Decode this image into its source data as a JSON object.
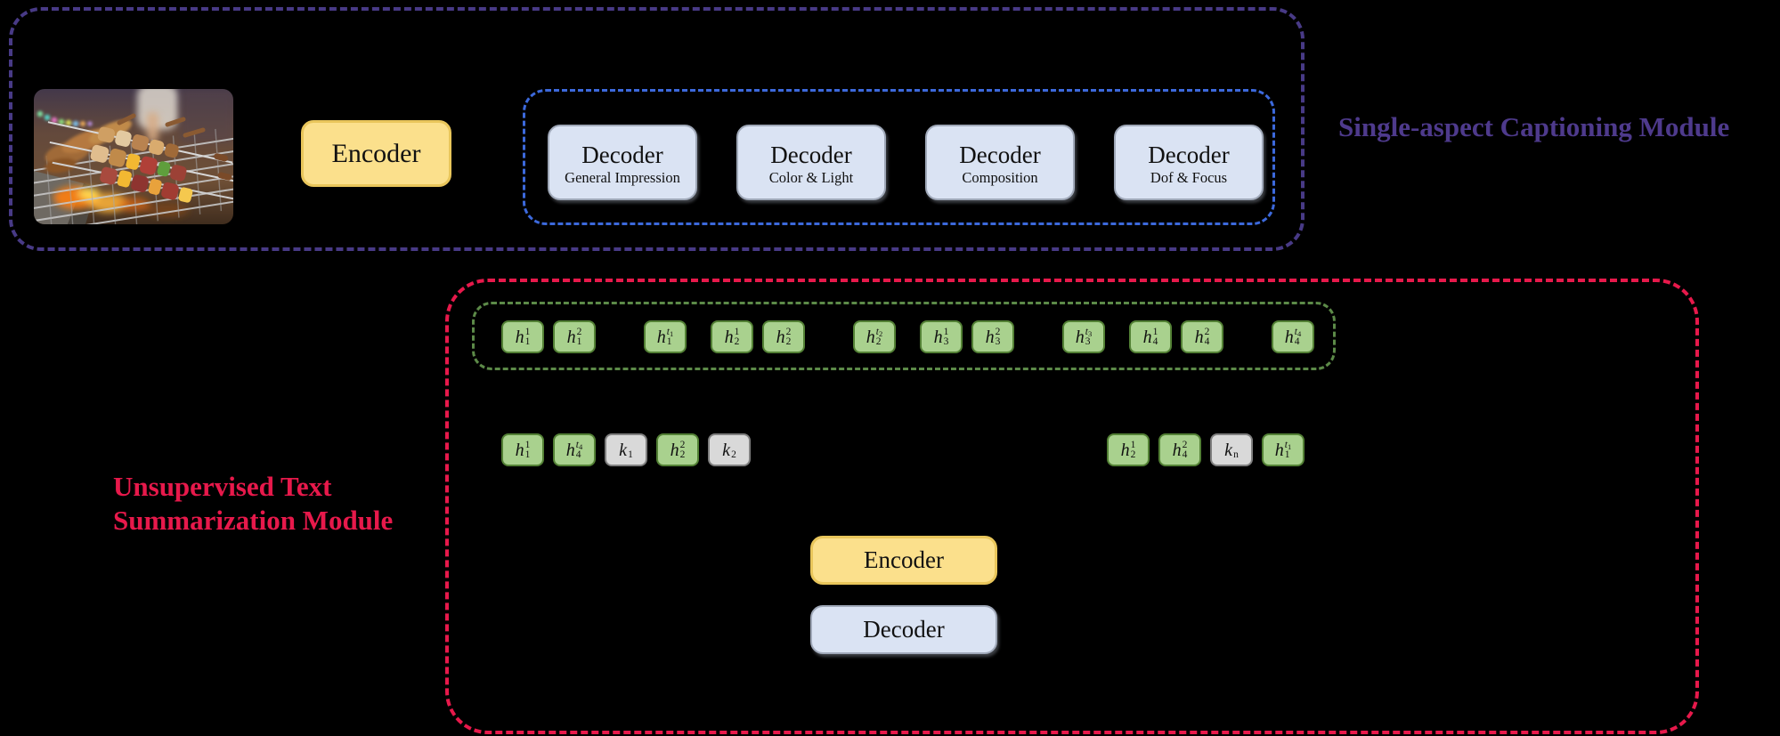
{
  "modules": {
    "captioning": {
      "title": "Single-aspect Captioning Module"
    },
    "summarization": {
      "title_line1": "Unsupervised Text",
      "title_line2": "Summarization Module"
    }
  },
  "captioning": {
    "encoder_label": "Encoder",
    "decoders": [
      {
        "label": "Decoder",
        "sublabel": "General Impression"
      },
      {
        "label": "Decoder",
        "sublabel": "Color & Light"
      },
      {
        "label": "Decoder",
        "sublabel": "Composition"
      },
      {
        "label": "Decoder",
        "sublabel": "Dof & Focus"
      }
    ],
    "image_icon": "bbq-skewers-photo"
  },
  "summarization": {
    "encoder_label": "Encoder",
    "decoder_label": "Decoder",
    "hidden_state_row": [
      {
        "base": "h",
        "sub": "1",
        "sup": "1",
        "color": "green",
        "gap": "none"
      },
      {
        "base": "h",
        "sub": "1",
        "sup": "2",
        "color": "green",
        "gap": "small"
      },
      {
        "base": "h",
        "sub": "1",
        "sup": "t",
        "sup_sub": "1",
        "color": "green",
        "gap": "ellipsis"
      },
      {
        "base": "h",
        "sub": "2",
        "sup": "1",
        "color": "green",
        "gap": "group"
      },
      {
        "base": "h",
        "sub": "2",
        "sup": "2",
        "color": "green",
        "gap": "small"
      },
      {
        "base": "h",
        "sub": "2",
        "sup": "t",
        "sup_sub": "2",
        "color": "green",
        "gap": "ellipsis"
      },
      {
        "base": "h",
        "sub": "3",
        "sup": "1",
        "color": "green",
        "gap": "group"
      },
      {
        "base": "h",
        "sub": "3",
        "sup": "2",
        "color": "green",
        "gap": "small"
      },
      {
        "base": "h",
        "sub": "3",
        "sup": "t",
        "sup_sub": "3",
        "color": "green",
        "gap": "ellipsis"
      },
      {
        "base": "h",
        "sub": "4",
        "sup": "1",
        "color": "green",
        "gap": "group"
      },
      {
        "base": "h",
        "sub": "4",
        "sup": "2",
        "color": "green",
        "gap": "small"
      },
      {
        "base": "h",
        "sub": "4",
        "sup": "t",
        "sup_sub": "4",
        "color": "green",
        "gap": "ellipsis"
      }
    ],
    "shuffled_left_row": [
      {
        "base": "h",
        "sub": "1",
        "sup": "1",
        "color": "green",
        "gap": "small"
      },
      {
        "base": "h",
        "sub": "4",
        "sup": "t",
        "sup_sub": "4",
        "color": "green",
        "gap": "small"
      },
      {
        "base": "k",
        "sub": "1",
        "color": "gray",
        "gap": "small"
      },
      {
        "base": "h",
        "sub": "2",
        "sup": "2",
        "color": "green",
        "gap": "small"
      },
      {
        "base": "k",
        "sub": "2",
        "color": "gray",
        "gap": "small"
      }
    ],
    "shuffled_right_row": [
      {
        "base": "h",
        "sub": "2",
        "sup": "1",
        "color": "green",
        "gap": "small"
      },
      {
        "base": "h",
        "sub": "4",
        "sup": "2",
        "color": "green",
        "gap": "small"
      },
      {
        "base": "k",
        "sub": "n",
        "color": "gray",
        "gap": "small"
      },
      {
        "base": "h",
        "sub": "1",
        "sup": "t",
        "sup_sub": "1",
        "color": "green",
        "gap": "small"
      }
    ]
  },
  "colors": {
    "purple_dash": "#483A86",
    "purple_title": "#4E3A8C",
    "blue_dash": "#3C69DC",
    "red": "#E7194B",
    "green_dash": "#5C8A48",
    "token_green_bg": "#A9D18E",
    "token_green_border": "#538135",
    "token_gray_bg": "#D9D9D9",
    "token_gray_border": "#7F7F7F",
    "encoder_bg": "#FBE08C",
    "encoder_border": "#E9C65B",
    "decoder_bg": "#DAE3F3",
    "decoder_border": "#9FA8B8"
  }
}
